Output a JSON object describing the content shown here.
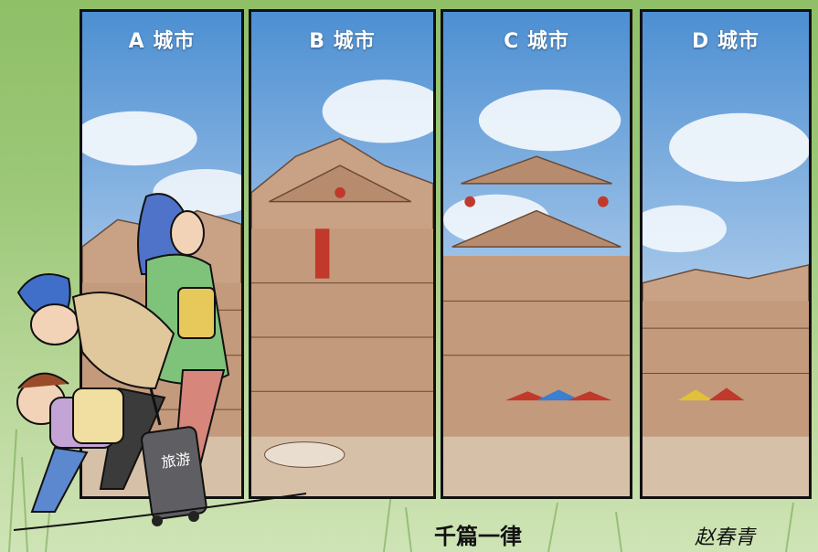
{
  "panels": [
    {
      "label": "A 城市"
    },
    {
      "label": "B 城市"
    },
    {
      "label": "C 城市"
    },
    {
      "label": "D 城市"
    }
  ],
  "suitcase_text": "旅游",
  "caption": "千篇一律",
  "signature": "赵春青",
  "colors": {
    "sky": "#5d9ad6",
    "building": "#c49a7c",
    "outline": "#111111",
    "background_grass": "#9cc878"
  }
}
